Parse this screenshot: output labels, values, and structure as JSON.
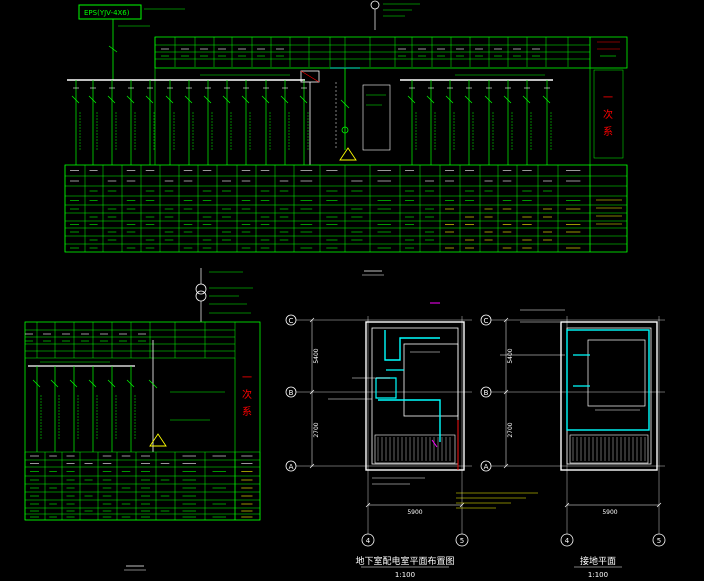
{
  "system_diagram": {
    "eps_label": "EPS(YJV-4X6)",
    "legend_chars": [
      "一",
      "次",
      "系"
    ]
  },
  "small_system_diagram": {
    "legend_chars": [
      "一",
      "次",
      "系"
    ]
  },
  "plan_left": {
    "title": "地下室配电室平面布置图",
    "scale": "1:100",
    "axis_rows": [
      "C",
      "B",
      "A"
    ],
    "axis_cols": [
      "4",
      "5"
    ],
    "dim_width": "5900",
    "dim_upper": "5400",
    "dim_lower": "2700"
  },
  "plan_right": {
    "title": "接地平面",
    "scale": "1:100",
    "axis_rows": [
      "C",
      "B",
      "A"
    ],
    "axis_cols": [
      "4",
      "5"
    ],
    "dim_width": "5900",
    "dim_upper": "5400",
    "dim_lower": "2700"
  },
  "colors": {
    "background": "#000000",
    "line_green": "#00ff00",
    "line_white": "#ffffff",
    "line_cyan": "#00ffff",
    "line_red": "#ff0000",
    "line_yellow": "#ffff00",
    "line_magenta": "#ff00ff"
  }
}
